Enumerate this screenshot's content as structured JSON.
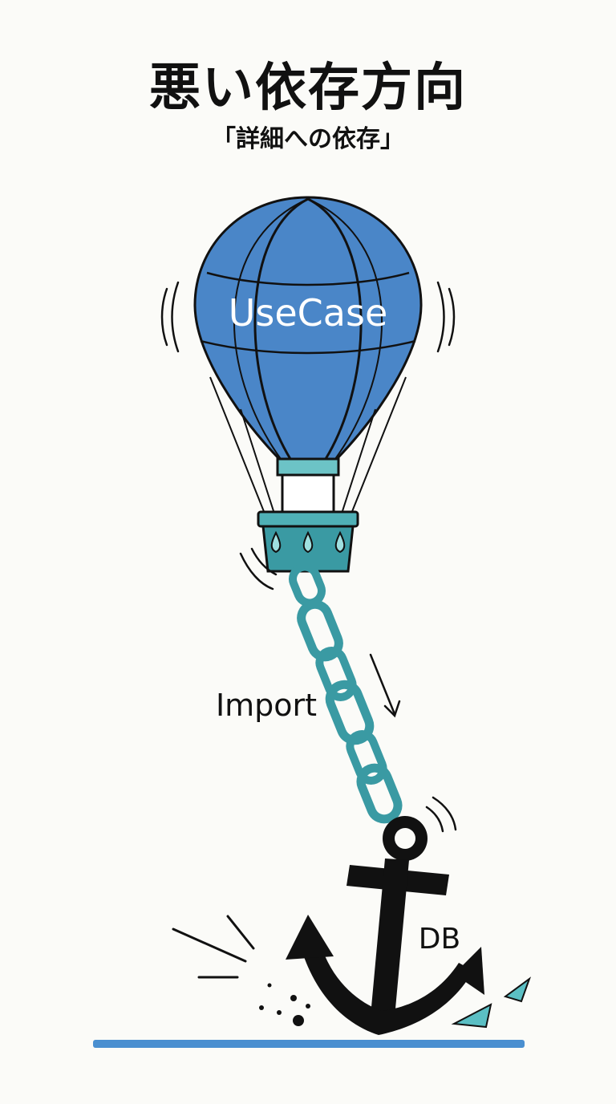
{
  "header": {
    "title": "悪い依存方向",
    "subtitle": "「詳細への依存」"
  },
  "diagram": {
    "balloon_label": "UseCase",
    "arrow_label": "Import",
    "anchor_label": "DB"
  },
  "colors": {
    "balloon_blue": "#4a86c8",
    "chain_teal": "#3a9aa3",
    "basket_teal": "#4fb0b6",
    "ground_blue": "#4a8fd0",
    "ink": "#111111"
  }
}
